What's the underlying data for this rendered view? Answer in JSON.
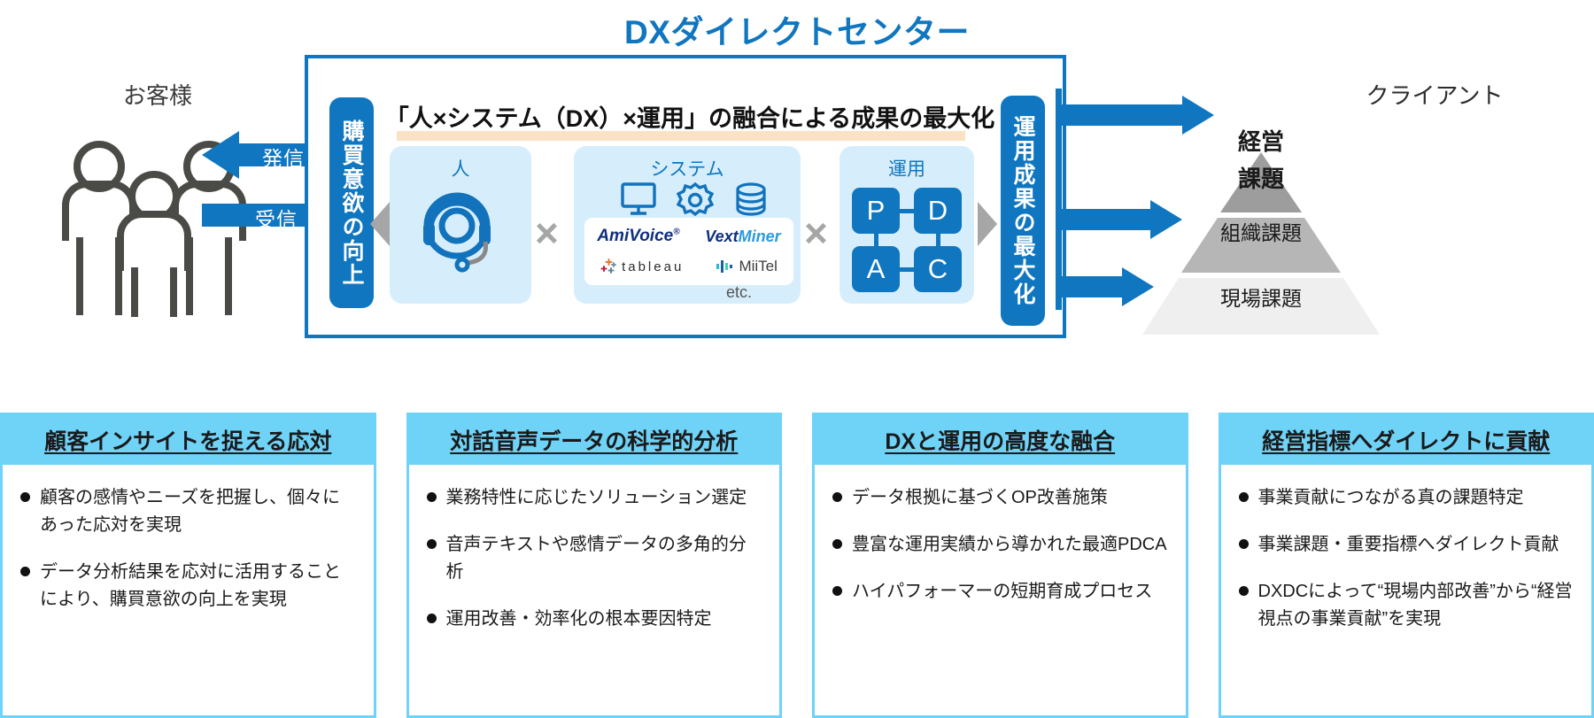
{
  "title": "DXダイレクトセンター",
  "customer": {
    "label": "お客様",
    "icon": "people-group-icon",
    "arrow_out_label": "発信",
    "arrow_in_label": "受信"
  },
  "center": {
    "entry_tab": "購買意欲の向上",
    "exit_tab": "運用成果の最大化",
    "headline": "「人×システム（DX）×運用」の融合による成果の最大化",
    "multiply_symbol": "×",
    "panels": [
      {
        "title": "人",
        "icon": "headset-icon"
      },
      {
        "title": "システム",
        "icons": [
          "monitor-icon",
          "gear-icon",
          "database-icon"
        ]
      },
      {
        "title": "運用",
        "cycle": [
          "P",
          "D",
          "A",
          "C"
        ]
      }
    ],
    "logos": [
      {
        "name": "AmiVoice",
        "mark": "®"
      },
      {
        "name": "VextMiner"
      },
      {
        "name": "tableau"
      },
      {
        "name": "MiiTel"
      }
    ],
    "etc_label": "etc."
  },
  "client": {
    "label": "クライアント",
    "pyramid": [
      {
        "text": "経営",
        "tier": "top-a"
      },
      {
        "text": "課題",
        "tier": "top-b"
      },
      {
        "text": "組織課題",
        "tier": "middle"
      },
      {
        "text": "現場課題",
        "tier": "bottom"
      }
    ]
  },
  "cards": [
    {
      "title": "顧客インサイトを捉える応対",
      "bullets": [
        "顧客の感情やニーズを把握し、個々にあった応対を実現",
        "データ分析結果を応対に活用することにより、購買意欲の向上を実現"
      ]
    },
    {
      "title": "対話音声データの科学的分析",
      "bullets": [
        "業務特性に応じたソリューション選定",
        "音声テキストや感情データの多角的分析",
        "運用改善・効率化の根本要因特定"
      ]
    },
    {
      "title": "DXと運用の高度な融合",
      "bullets": [
        "データ根拠に基づくOP改善施策",
        "豊富な運用実績から導かれた最適PDCA",
        "ハイパフォーマーの短期育成プロセス"
      ]
    },
    {
      "title": "経営指標へダイレクトに貢献",
      "bullets": [
        "事業貢献につながる真の課題特定",
        "事業課題・重要指標へダイレクト貢献",
        "DXDCによって“現場内部改善”から“経営視点の事業貢献”を実現"
      ]
    }
  ],
  "colors": {
    "brand_blue": "#0f76bf",
    "light_blue": "#d6eefb",
    "card_header": "#6fd2f7",
    "accent_cream": "#fbe2c4",
    "gray": "#a6a6a6"
  }
}
